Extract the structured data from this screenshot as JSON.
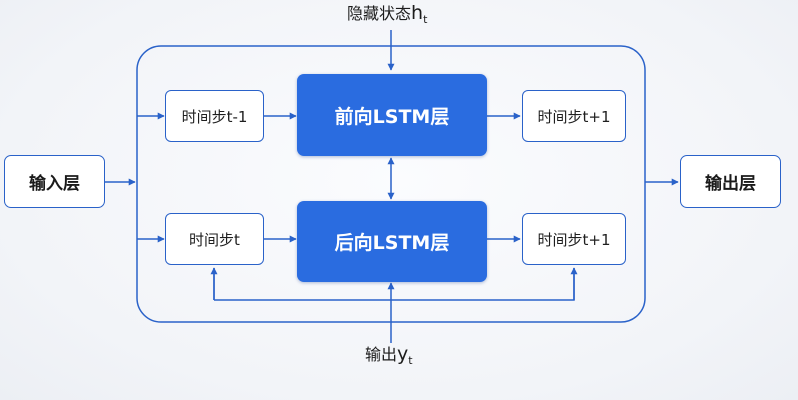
{
  "top_input": {
    "prefix": "隐藏状态",
    "var": "h",
    "sub": "t"
  },
  "bottom_output": {
    "prefix": "输出",
    "var": "y",
    "sub": "t"
  },
  "input_layer": "输入层",
  "output_layer": "输出层",
  "forward": {
    "left_step": "时间步t-1",
    "lstm": "前向LSTM层",
    "right_step": "时间步t+1"
  },
  "backward": {
    "left_step": "时间步t",
    "lstm": "后向LSTM层",
    "right_step": "时间步t+1"
  },
  "colors": {
    "line": "#2a62c9",
    "lstm_fill": "#2a6ce0",
    "box_border": "#2a62c9"
  }
}
